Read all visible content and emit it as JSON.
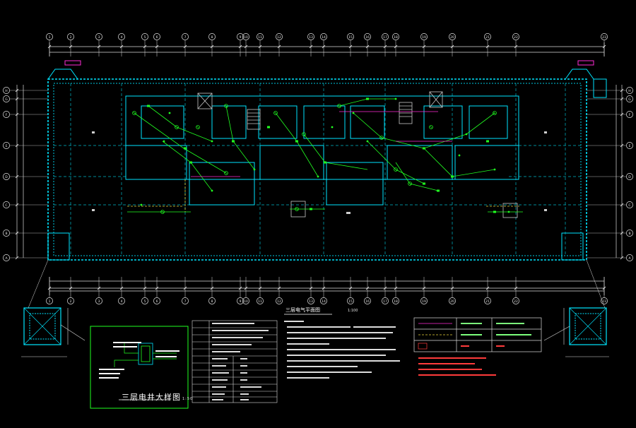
{
  "drawing": {
    "main_title": "三层电气平面图",
    "main_title_scale": "1:100",
    "riser_title": "三层电井大样图",
    "riser_scale": "1:50"
  },
  "grid_labels_top": [
    "1",
    "2",
    "3",
    "4",
    "5",
    "6",
    "7",
    "8",
    "9",
    "10",
    "11",
    "12",
    "13",
    "14",
    "15",
    "16",
    "17",
    "18",
    "19",
    "20",
    "21",
    "22",
    "23"
  ],
  "grid_labels_bottom": [
    "1",
    "2",
    "3",
    "4",
    "5",
    "6",
    "7",
    "8",
    "9",
    "10",
    "11",
    "12",
    "13",
    "14",
    "15",
    "16",
    "17",
    "18",
    "19",
    "20",
    "21",
    "22",
    "23"
  ],
  "grid_labels_left": [
    "H",
    "G",
    "F",
    "E",
    "D",
    "C",
    "B",
    "A"
  ],
  "grid_labels_right": [
    "H",
    "G",
    "F",
    "E",
    "D",
    "C",
    "B",
    "A"
  ],
  "colors": {
    "wall": "#00e5ff",
    "wall_dash": "#00b8c8",
    "device": "#21ff21",
    "wire": "#ff2bd6",
    "dimension": "#ffffff",
    "text_red": "#ff3b3b",
    "stair": "#c8c8c8"
  }
}
